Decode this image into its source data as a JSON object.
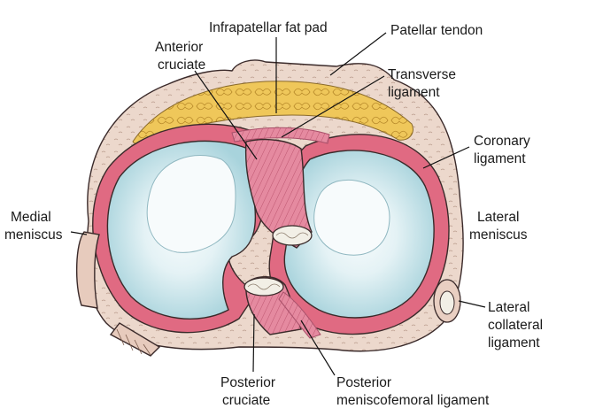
{
  "labels": {
    "infrapatellar_fat_pad": "Infrapatellar fat pad",
    "patellar_tendon": "Patellar tendon",
    "anterior_cruciate_1": "Anterior",
    "anterior_cruciate_2": "cruciate",
    "transverse_ligament_1": "Transverse",
    "transverse_ligament_2": "ligament",
    "coronary_ligament_1": "Coronary",
    "coronary_ligament_2": "ligament",
    "medial_meniscus_1": "Medial",
    "medial_meniscus_2": "meniscus",
    "lateral_meniscus_1": "Lateral",
    "lateral_meniscus_2": "meniscus",
    "lateral_collateral_1": "Lateral",
    "lateral_collateral_2": "collateral",
    "lateral_collateral_3": "ligament",
    "posterior_cruciate_1": "Posterior",
    "posterior_cruciate_2": "cruciate",
    "posterior_meniscofemoral_1": "Posterior",
    "posterior_meniscofemoral_2": "meniscofemoral ligament"
  },
  "colors": {
    "capsule": "#e9d3c6",
    "fat_pad": "#efc75a",
    "meniscus": "#e06a82",
    "cartilage": "#b9dde4",
    "bone_center": "#f6fafb",
    "ligament": "#e58aa0",
    "outline": "#3a2a2a"
  }
}
